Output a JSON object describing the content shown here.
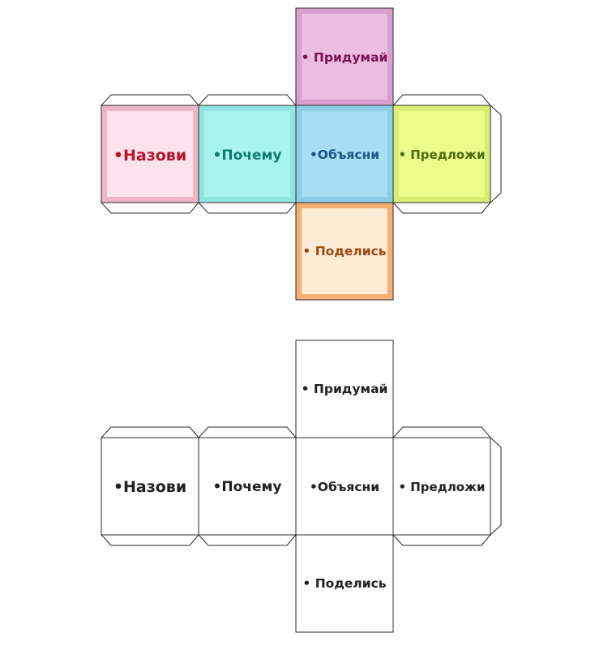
{
  "colored_net": {
    "top": {
      "label": "• Придумай",
      "fill": "#ebbde3",
      "border": "#d8a0d0",
      "text_color": "#7a1357"
    },
    "left": {
      "label": "•Назови",
      "fill": "#fde1ec",
      "border": "#f0b4c8",
      "text_color": "#b5152a"
    },
    "center_left": {
      "label": "•Почему",
      "fill": "#a7f4ef",
      "border": "#8fe4df",
      "text_color": "#117b73"
    },
    "center": {
      "label": "•Объясни",
      "fill": "#a8def3",
      "border": "#8ecde6",
      "text_color": "#1a5683"
    },
    "right": {
      "label": "• Предложи",
      "fill": "#ebfb8c",
      "border": "#d8ee72",
      "text_color": "#4e6b0c"
    },
    "bottom": {
      "label": "• Поделись",
      "fill": "#feebd6",
      "border": "#f7ae72",
      "text_color": "#9a4a10"
    }
  },
  "plain_net": {
    "top": {
      "label": "• Придумай"
    },
    "left": {
      "label": "•Назови"
    },
    "center_left": {
      "label": "•Почему"
    },
    "center": {
      "label": "•Объясни"
    },
    "right": {
      "label": "• Предложи"
    },
    "bottom": {
      "label": "• Поделись"
    }
  },
  "colors": {
    "outline": "#2b2b2b",
    "plain_text": "#222222"
  }
}
